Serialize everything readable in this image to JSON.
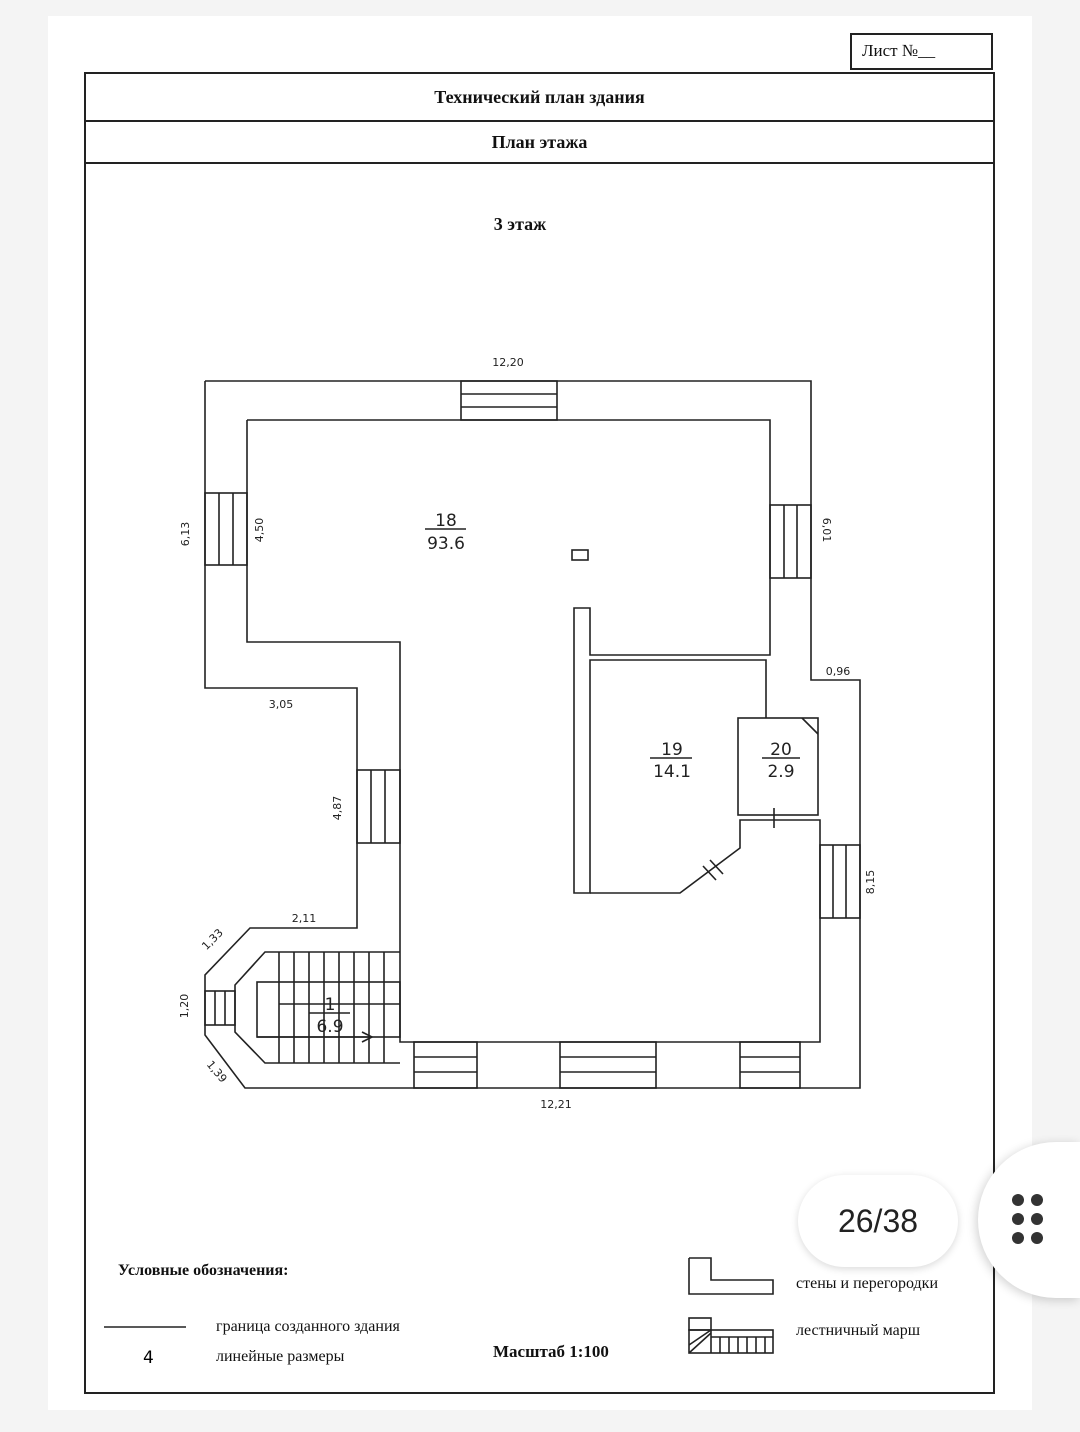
{
  "sheet_label": "Лист  №__",
  "header": {
    "title": "Технический план здания",
    "subtitle": "План этажа"
  },
  "floor": "3 этаж",
  "dimensions": {
    "top": "12,20",
    "left_outer": "6,13",
    "left_inner": "4,50",
    "right_top": "6,01",
    "step_right": "0,96",
    "step_left": "3,05",
    "left_mid": "4,87",
    "right_lower": "8,15",
    "stair_top": "2,11",
    "diag_top": "1,33",
    "stair_left": "1,20",
    "diag_bottom": "1,39",
    "bottom": "12,21"
  },
  "rooms": [
    {
      "number": "18",
      "area": "93.6"
    },
    {
      "number": "19",
      "area": "14.1"
    },
    {
      "number": "20",
      "area": "2.9"
    },
    {
      "number": "1",
      "area": "6.9"
    }
  ],
  "legend": {
    "title": "Условные обозначения:",
    "border": "граница созданного здания",
    "dim_sample": "4",
    "dims": "линейные размеры",
    "scale": "Масштаб 1:100",
    "walls": "стены и перегородки",
    "stairs": "лестничный марш"
  },
  "viewer": {
    "page_indicator": "26/38"
  }
}
